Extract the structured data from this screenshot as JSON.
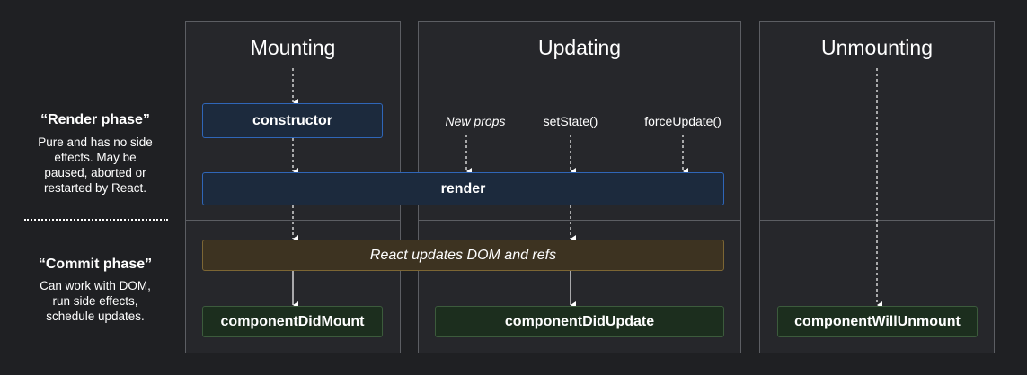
{
  "columns": {
    "mounting": "Mounting",
    "updating": "Updating",
    "unmounting": "Unmounting"
  },
  "phases": {
    "render_title": "“Render phase”",
    "render_desc_1": "Pure and has no side",
    "render_desc_2": "effects. May be",
    "render_desc_3": "paused, aborted or",
    "render_desc_4": "restarted by React.",
    "commit_title": "“Commit phase”",
    "commit_desc_1": "Can work with DOM,",
    "commit_desc_2": "run side effects,",
    "commit_desc_3": "schedule updates."
  },
  "nodes": {
    "constructor": "constructor",
    "render": "render",
    "dom_update": "React updates DOM and refs",
    "did_mount": "componentDidMount",
    "did_update": "componentDidUpdate",
    "will_unmount": "componentWillUnmount"
  },
  "triggers": {
    "new_props": "New props",
    "set_state": "setState()",
    "force_update": "forceUpdate()"
  },
  "colors": {
    "background": "#1f2023",
    "column_fill": "#26272b",
    "column_border": "#5c5e63",
    "render_phase_box_border": "#2f66b8",
    "dom_update_box_border": "#7c6634",
    "commit_box_border": "#3c5b3c"
  }
}
